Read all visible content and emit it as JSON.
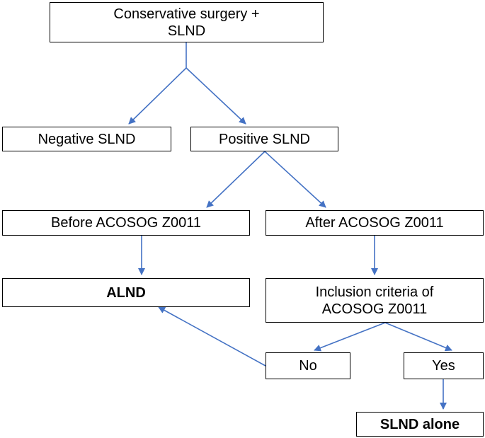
{
  "nodes": {
    "start": {
      "line1": "Conservative surgery +",
      "line2": "SLND"
    },
    "negative": {
      "label": "Negative SLND"
    },
    "positive": {
      "label": "Positive SLND"
    },
    "before": {
      "label": "Before ACOSOG Z0011"
    },
    "after": {
      "label": "After ACOSOG Z0011"
    },
    "alnd": {
      "label": "ALND"
    },
    "inclusion": {
      "line1": "Inclusion criteria of",
      "line2": "ACOSOG Z0011"
    },
    "no": {
      "label": "No"
    },
    "yes": {
      "label": "Yes"
    },
    "slnd_alone": {
      "label": "SLND alone"
    }
  },
  "colors": {
    "arrow": "#4472C4",
    "border": "#000000"
  }
}
